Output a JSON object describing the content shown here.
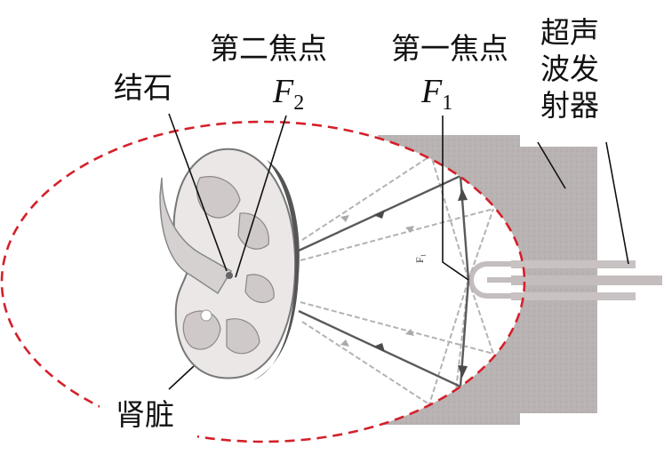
{
  "labels": {
    "stone": "结石",
    "second_focus": "第二焦点",
    "second_focus_symbol": "F",
    "second_focus_sub": "2",
    "first_focus": "第一焦点",
    "first_focus_symbol": "F",
    "first_focus_sub": "1",
    "emitter_line1": "超声",
    "emitter_line2": "波发",
    "emitter_line3": "射器",
    "kidney": "肾脏"
  },
  "colors": {
    "ellipse": "#d4202a",
    "emitter_body": "#b8b2b2",
    "leader_line": "#111111",
    "ray_solid": "#555555",
    "ray_dashed": "#b0b0b0"
  }
}
